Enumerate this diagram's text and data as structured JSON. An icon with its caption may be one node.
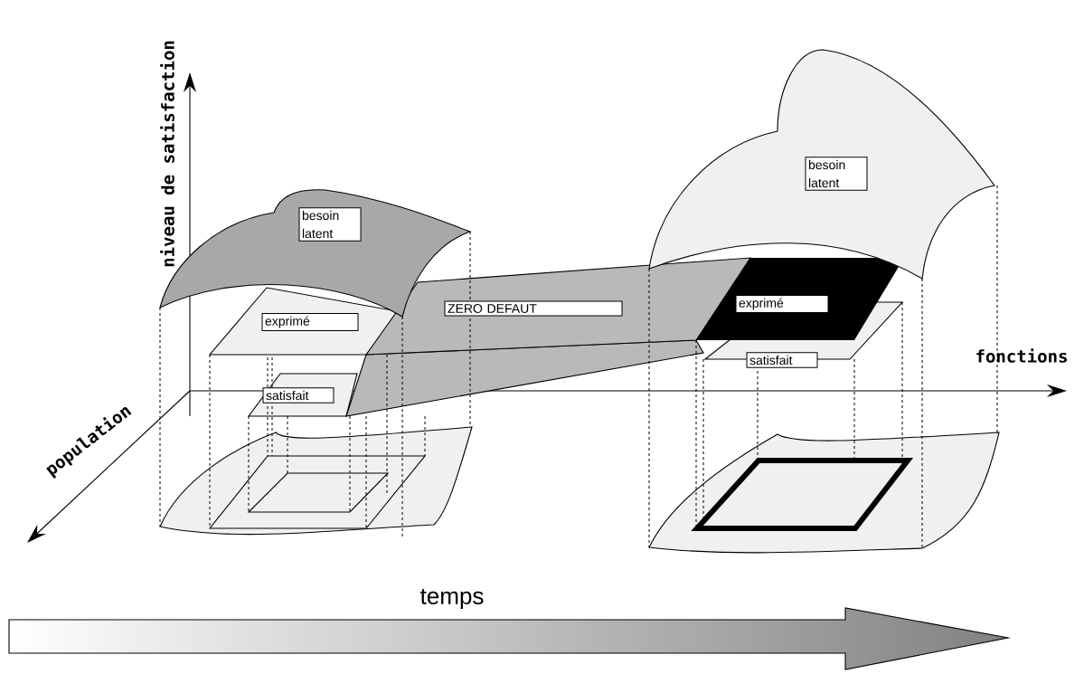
{
  "diagram": {
    "nodes": [
      {
        "text": [
          "besoin latent"
        ]
      },
      {
        "text": [
          "exprimé"
        ]
      },
      {
        "text": [
          "satisfait"
        ]
      },
      {
        "text": [
          "ZERO DEFAUT"
        ]
      },
      {
        "text": [
          "besoin latent"
        ]
      },
      {
        "text": [
          "exprimé"
        ]
      },
      {
        "text": [
          "satisfait"
        ]
      }
    ],
    "labels": [
      "niveau de satisfaction",
      "fonctions",
      "population",
      "temps"
    ]
  }
}
